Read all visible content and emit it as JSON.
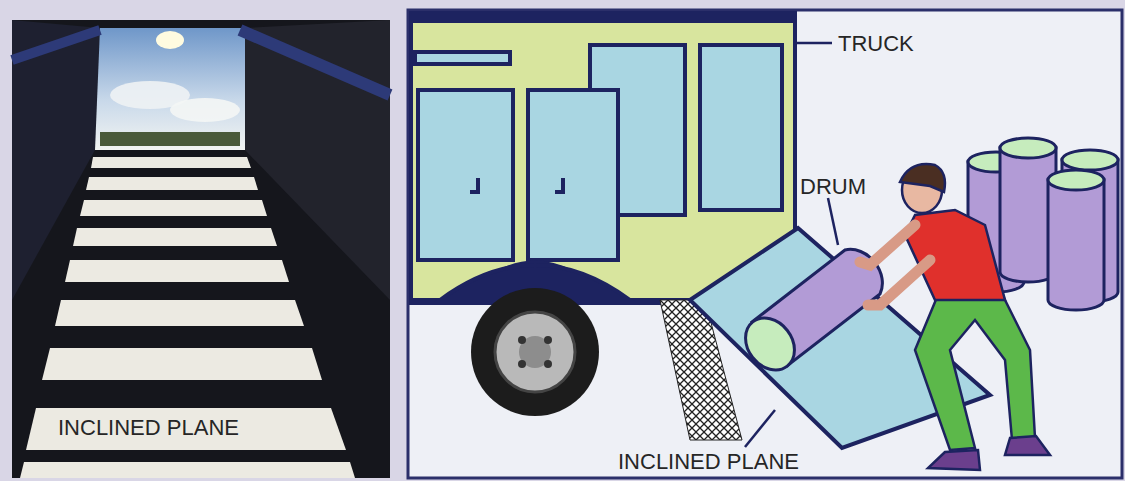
{
  "diagram": {
    "labels": [
      "INCLINED PLANE",
      "TRUCK",
      "DRUM",
      "INCLINED PLANE"
    ]
  }
}
